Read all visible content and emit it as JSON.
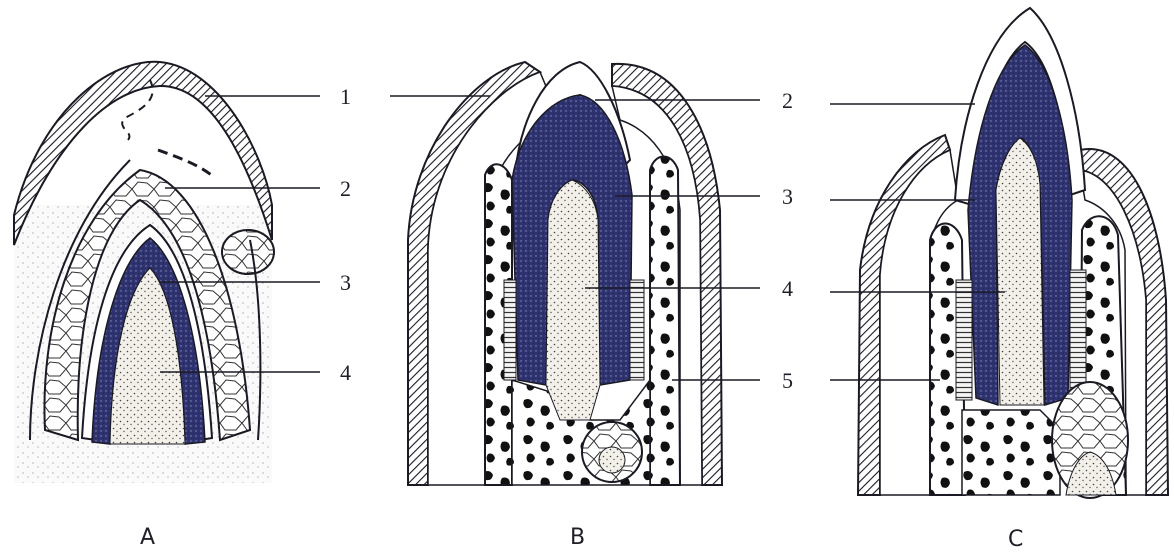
{
  "figure": {
    "panels": [
      {
        "caption": "A",
        "labels": [
          "1",
          "2",
          "3",
          "4"
        ]
      },
      {
        "caption": "B",
        "labels_left": [
          "1"
        ],
        "labels_right": [
          "2",
          "3",
          "4",
          "5"
        ]
      },
      {
        "caption": "C",
        "labels": [
          "2",
          "3",
          "4",
          "5"
        ]
      }
    ]
  },
  "colors": {
    "ink": "#1a1a24",
    "dentin": "#2e3370",
    "pulp": "#efece4",
    "paper": "#ffffff"
  }
}
